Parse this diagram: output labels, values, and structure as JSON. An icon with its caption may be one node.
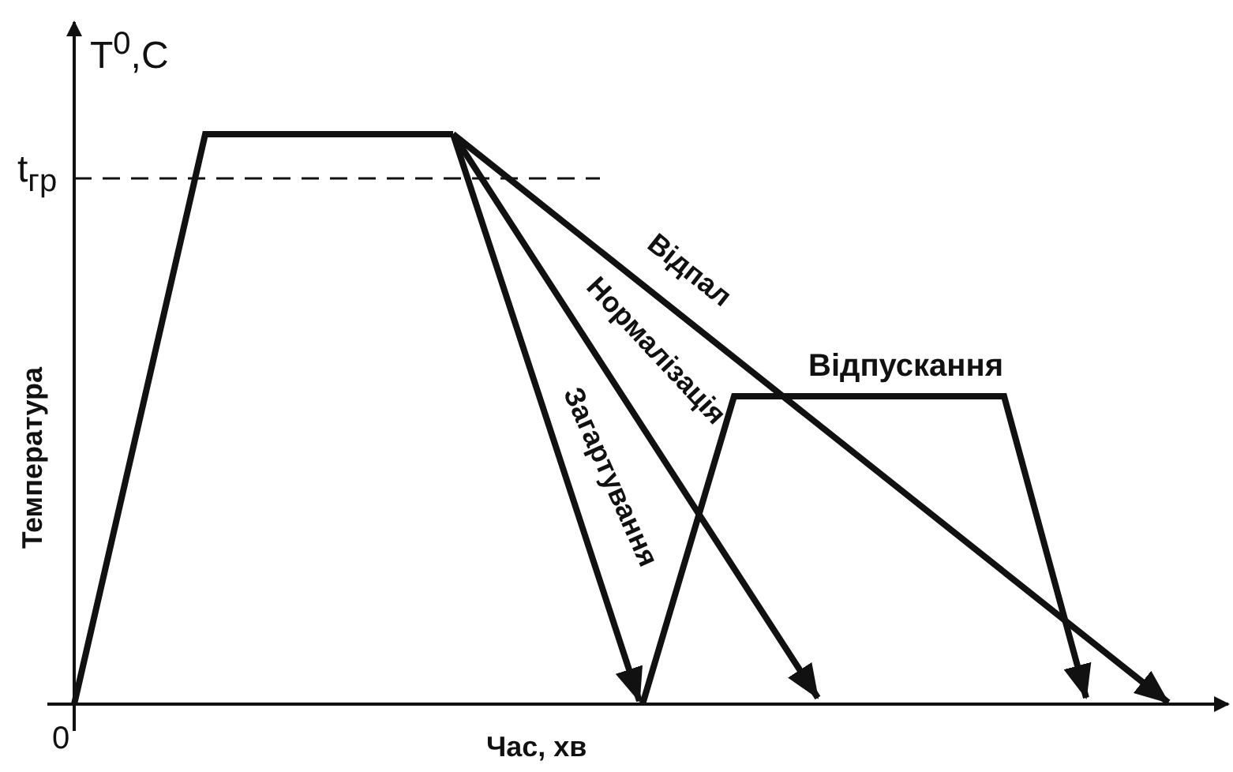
{
  "diagram": {
    "labels": [
      "T$^{0}$,C",
      "t$_{гр}$",
      "0",
      "Температура",
      "Час, хв",
      "Відпал",
      "Нормалізація",
      "Загартування",
      "Відпускання"
    ]
  }
}
